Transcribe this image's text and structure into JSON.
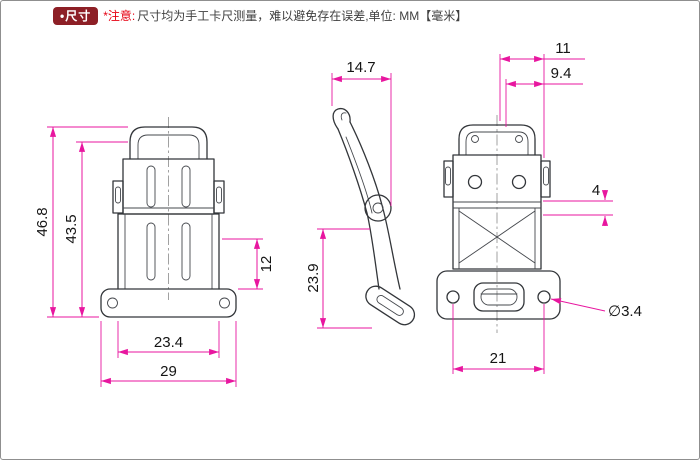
{
  "header": {
    "badge": "•尺寸",
    "note_prefix": "*注意:",
    "note_body": "尺寸均为手工卡尺测量，难以避免存在误差,单位: MM【毫米】"
  },
  "colors": {
    "dimension_line": "#e8169f",
    "drawing_line": "#33363a",
    "badge_background": "#8d1f26",
    "note_warning": "#e60012"
  },
  "drawing": {
    "front_view": {
      "overall_height": "46.8",
      "body_height": "43.5",
      "lower_section_height": "12",
      "body_width": "23.4",
      "base_width": "29"
    },
    "side_view": {
      "top_width": "14.7",
      "lever_height": "23.9"
    },
    "back_view": {
      "span_outer": "11",
      "span_inner": "9.4",
      "fold_height": "4",
      "hole_spacing": "21",
      "hole_diameter": "∅3.4"
    }
  }
}
